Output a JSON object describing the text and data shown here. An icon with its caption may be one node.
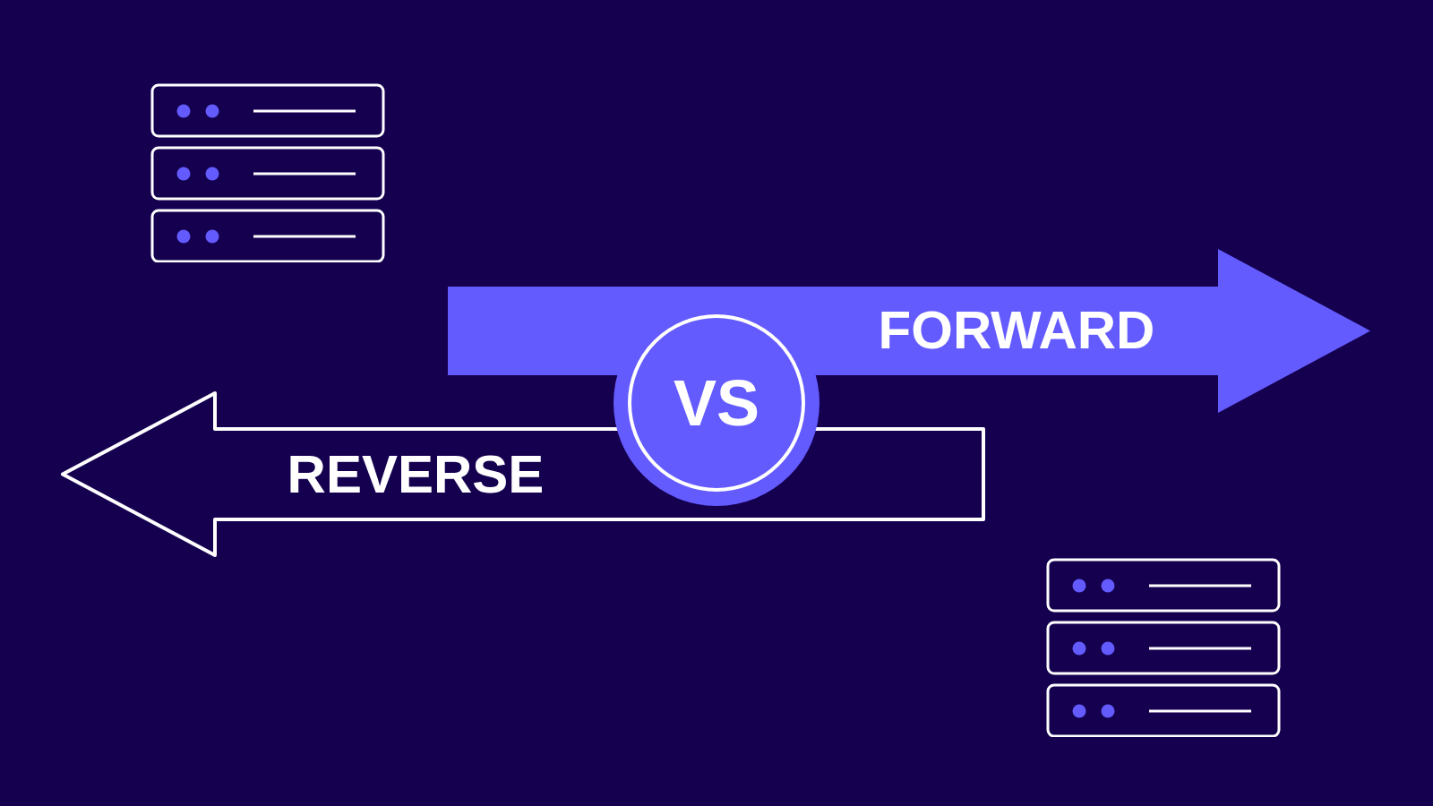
{
  "diagram": {
    "nodes": [
      {
        "text": [
          "FORWARD"
        ]
      },
      {
        "text": [
          "REVERSE"
        ]
      },
      {
        "text": [
          "VS"
        ]
      }
    ]
  }
}
